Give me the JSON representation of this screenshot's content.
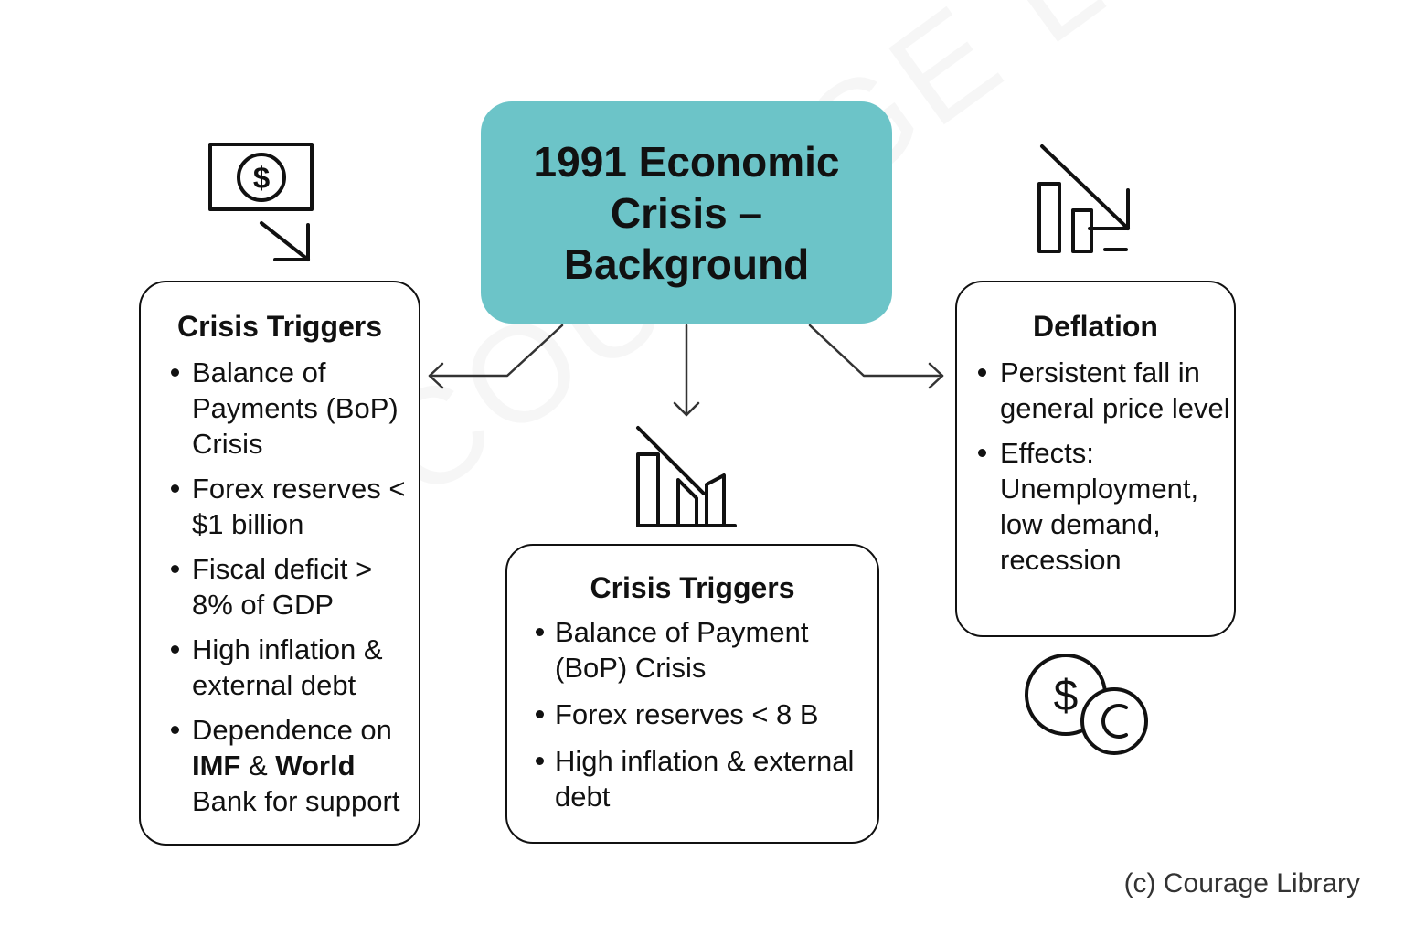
{
  "title": "1991 Economic Crisis – Background",
  "watermark": "COURAGE LIBRARY",
  "left_card": {
    "heading": "Crisis Triggers",
    "items": [
      "Balance of Payments (BoP) Crisis",
      "Forex reserves < $1 billion",
      "Fiscal deficit > 8% of GDP",
      "High inflation & external debt"
    ],
    "last_item": {
      "part1": "Dependence on ",
      "bold1": "IMF",
      "part2": " & ",
      "bold2": "World",
      "part3": " Bank for support"
    }
  },
  "center_card": {
    "heading": "Crisis Triggers",
    "items": [
      "Balance of Payment (BoP) Crisis",
      "Forex reserves < 8 B",
      "High inflation & external debt"
    ]
  },
  "right_card": {
    "heading": "Deflation",
    "items": [
      "Persistent fall in general price level",
      "Effects: Unemployment, low demand, recession"
    ]
  },
  "icons": {
    "left": "money-down-icon",
    "center": "bar-chart-decline-icon",
    "right": "bar-chart-decline-icon",
    "coins": "coins-icon"
  },
  "credit": "(c) Courage Library",
  "colors": {
    "title_bg": "#6cc4c8",
    "ink": "#111111"
  }
}
